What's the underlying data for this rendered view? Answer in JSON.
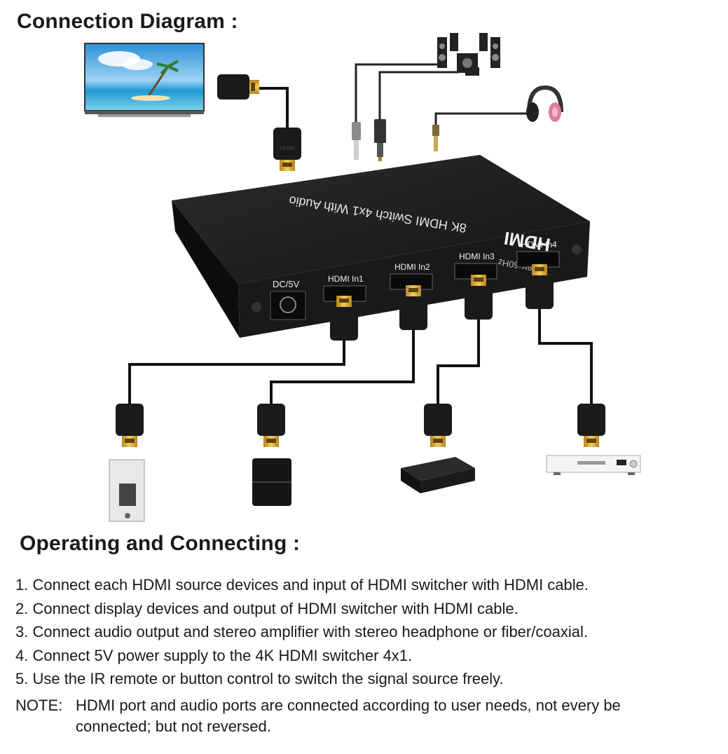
{
  "heading_diagram": "Connection Diagram :",
  "heading_operating": "Operating and Connecting :",
  "device": {
    "top_label": "8K HDMI Switch 4x1 With Audio",
    "top_sublabel": "8K 60Hz",
    "logo": "HDMI",
    "dc_label": "DC/5V",
    "ports": [
      "HDMI In1",
      "HDMI In2",
      "HDMI In3",
      "HDMI In4"
    ]
  },
  "plug_label": "HDMI",
  "steps": [
    "1. Connect each HDMI source devices and input of HDMI switcher with HDMI cable.",
    "2. Connect display devices and output of HDMI switcher with HDMI cable.",
    "3.  Connect audio output and stereo amplifier with stereo headphone or fiber/coaxial.",
    "4. Connect 5V power supply to the 4K HDMI switcher 4x1.",
    "5. Use the IR remote or button control to switch the signal source freely."
  ],
  "note": {
    "label": "NOTE:",
    "line1": "HDMI port and audio ports are connected according to user needs, not every be",
    "line2": "connected; but not reversed."
  },
  "colors": {
    "device_body": "#1f1f1f",
    "plug_gold": "#d9a830",
    "cable": "#111111"
  }
}
